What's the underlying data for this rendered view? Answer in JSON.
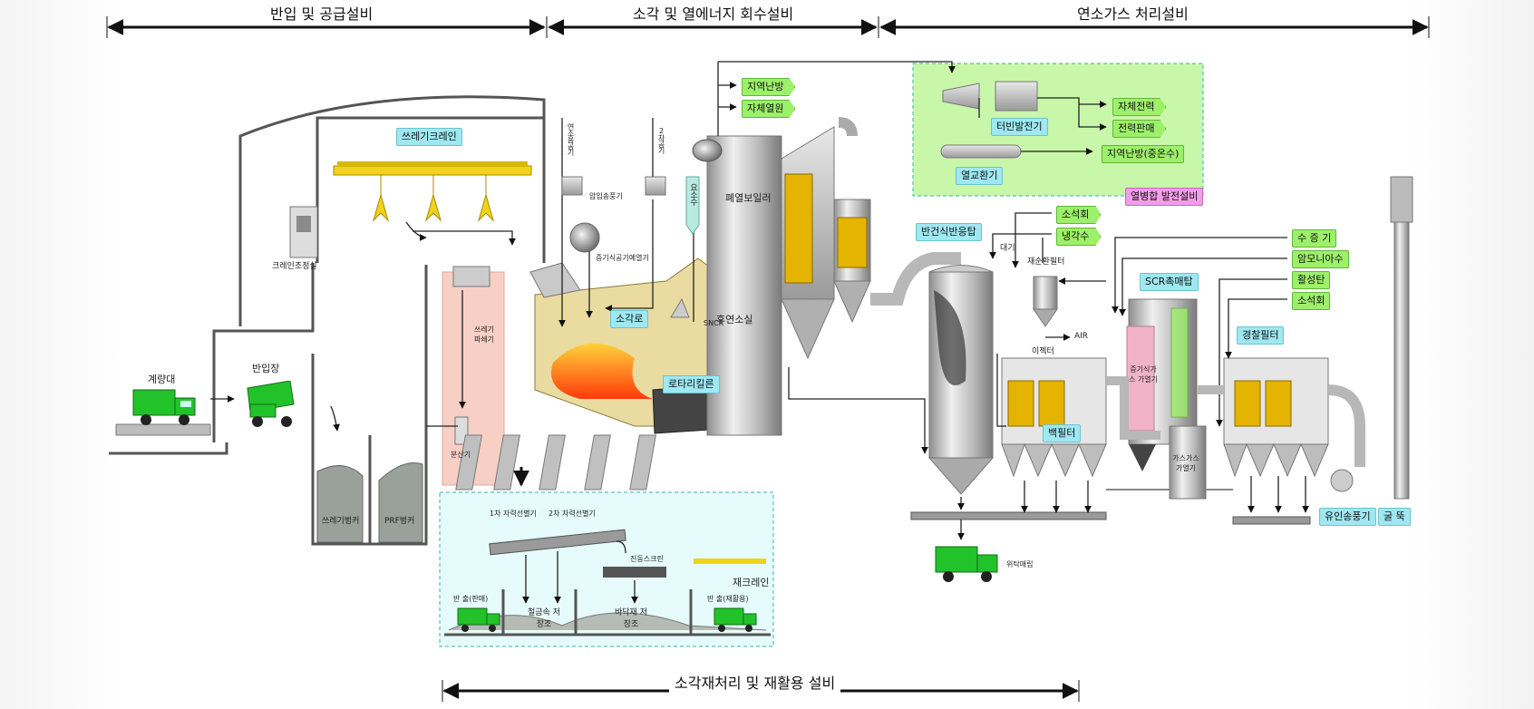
{
  "sections": {
    "intake": "반입 및 공급설비",
    "incineration": "소각 및 열에너지 회수설비",
    "flue_gas": "연소가스 처리설비",
    "ash": "소각재처리 및 재활용 설비"
  },
  "labels": {
    "weighbridge": "계량대",
    "tipping_hall": "반입장",
    "crane_room": "크레인조정실",
    "waste_crane": "쓰레기크레인",
    "waste_bunker": "쓰레기벙커",
    "prf_bunker": "PRF벙커",
    "shredder": "쓰레기 파쇄기",
    "splitter": "분산기",
    "combustion_air_fan": "연소용공기",
    "forced_draft_fan": "압입송풍기",
    "secondary_air": "2차공기",
    "steam_air_preheater": "증기식공기예열기",
    "urea_water": "요소수",
    "stoker": "소각로",
    "rotary_kiln": "로타리킬른",
    "afterburner": "후연소실",
    "sncr": "SNCR",
    "waste_heat_boiler": "폐열보일러",
    "district_heating": "지역난방",
    "self_heat": "자체열원",
    "turbine_generator": "터빈발전기",
    "self_power": "자체전력",
    "power_sale": "전력판매",
    "heat_exchanger": "열교환기",
    "district_heating_water": "지역난방(중온수)",
    "chp_facility": "열병합 발전설비",
    "semi_dry_reactor": "반건식반응탑",
    "slaked_lime": "소석회",
    "cooling_water": "냉각수",
    "atmosphere": "대기",
    "recirculation_filter": "재순환필터",
    "air": "AIR",
    "ejector": "이젝터",
    "bag_filter": "백필터",
    "fly_ash_collection": "위탁매립",
    "steam": "수 증 기",
    "ammonia_water": "암모니아수",
    "activated_carbon": "활성탄",
    "slaked_lime_2": "소석회",
    "scr_tower": "SCR촉매탑",
    "steam_gas_heater": "증기식가스 가열기",
    "gas_gas_heater": "가스가스 가열기",
    "polishing_filter": "경찰필터",
    "id_fan": "유인송풍기",
    "stack": "굴 뚝",
    "mag_separator_1": "1차 자력선별기",
    "mag_separator_2": "2차 자력선별기",
    "vibrating_screen": "진동스크린",
    "ash_crane": "재크레인",
    "out_sale": "반 출(판매)",
    "scrap_storage": "철금속 저장조",
    "bottom_ash_storage": "바닥재 저장조",
    "out_recycle": "반 출(재활용)"
  },
  "colors": {
    "truck": "#22c22a",
    "crane": "#f2d21a",
    "fire": "#ff5a10",
    "refractory": "#eadba0",
    "cyan_tag": "#9fe8f2",
    "green_tag": "#9df06a",
    "pink_tag": "#f29de8",
    "chp_panel": "#c9f7a9",
    "shredder_panel": "#f7cfc4",
    "ash_panel": "#e6fbfb"
  }
}
